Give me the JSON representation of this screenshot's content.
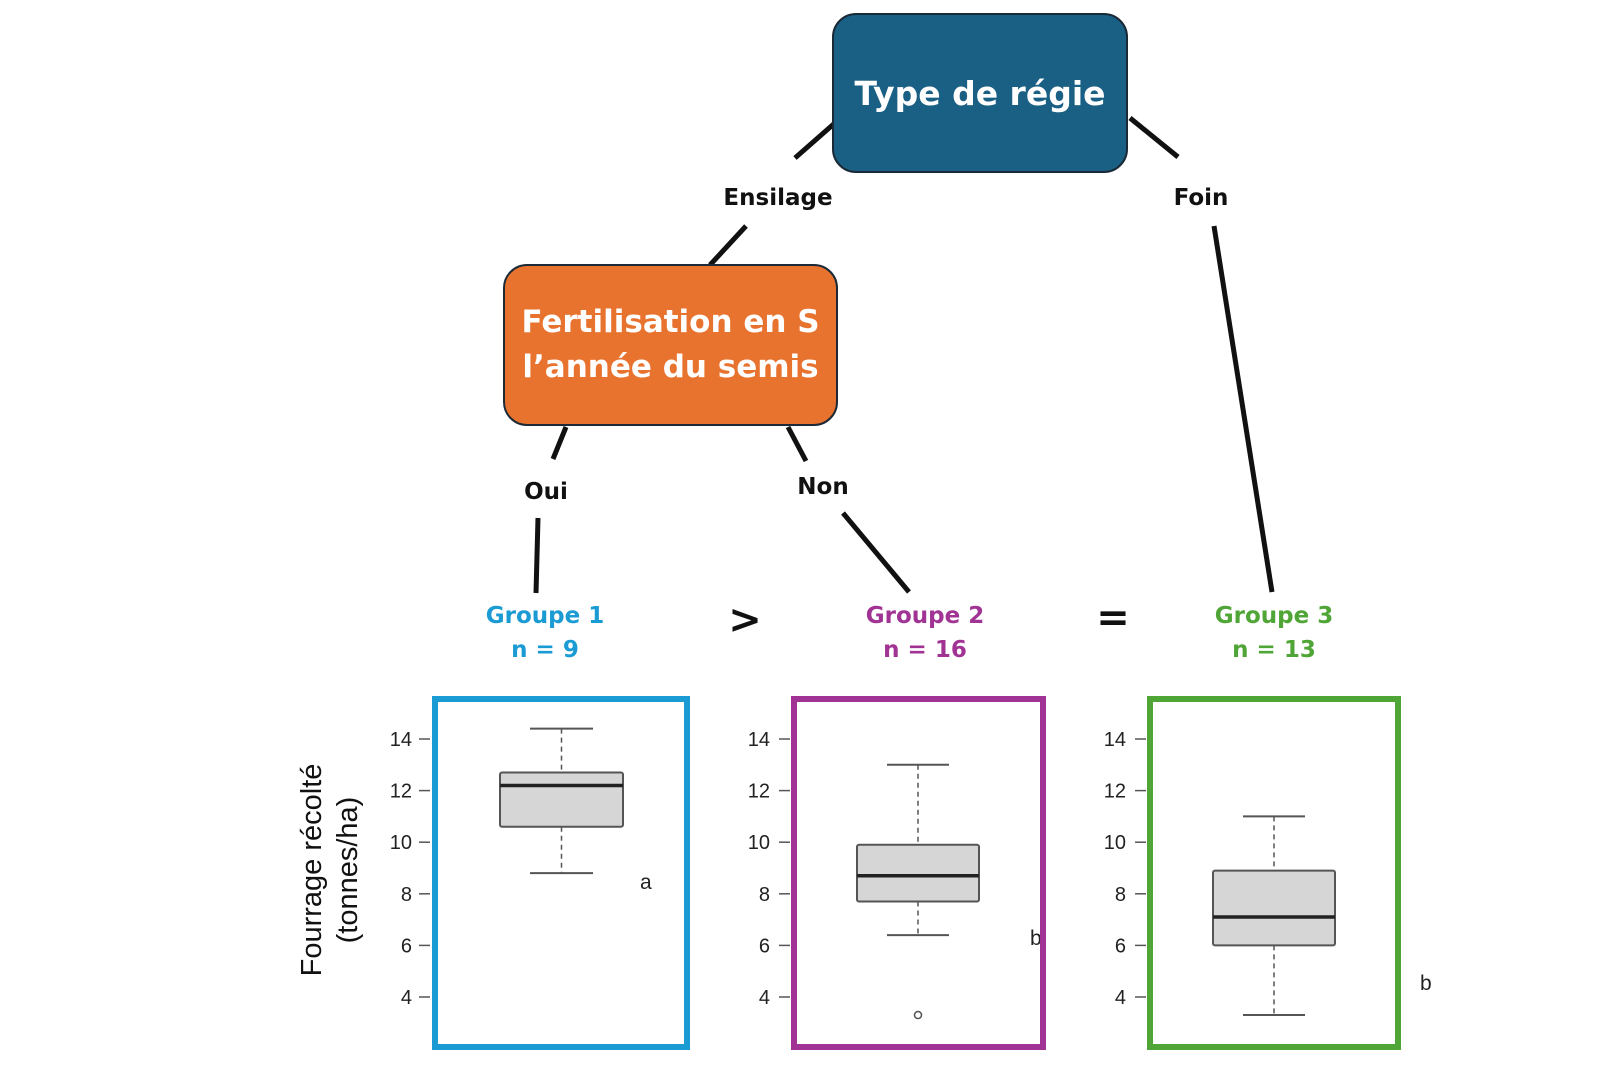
{
  "tree": {
    "root": {
      "label": "Type de régie",
      "color": "#1a5f84"
    },
    "branches_root": {
      "left": "Ensilage",
      "right": "Foin"
    },
    "node_fert": {
      "line1": "Fertilisation en S",
      "line2": "l’année du semis",
      "color": "#e8732f"
    },
    "branches_fert": {
      "left": "Oui",
      "right": "Non"
    }
  },
  "groups": [
    {
      "name": "Groupe 1",
      "n_label": "n = 9",
      "color": "#1a9bd3"
    },
    {
      "name": "Groupe 2",
      "n_label": "n = 16",
      "color": "#a03393"
    },
    {
      "name": "Groupe 3",
      "n_label": "n = 13",
      "color": "#4fa535"
    }
  ],
  "comparisons": [
    ">",
    "="
  ],
  "chart_data": {
    "type": "boxplot",
    "ylabel": "Fourrage récolté (tonnes/ha)",
    "ylabel_lines": [
      "Fourrage récolté",
      "(tonnes/ha)"
    ],
    "yticks": [
      4,
      6,
      8,
      10,
      12,
      14
    ],
    "ylim": [
      2.5,
      15.5
    ],
    "series": [
      {
        "name": "Groupe 1",
        "n": 9,
        "min": 8.8,
        "q1": 10.6,
        "median": 12.2,
        "q3": 12.7,
        "max": 14.4,
        "outliers": [],
        "letter": "a"
      },
      {
        "name": "Groupe 2",
        "n": 16,
        "min": 6.4,
        "q1": 7.7,
        "median": 8.7,
        "q3": 9.9,
        "max": 13.0,
        "outliers": [
          3.3
        ],
        "letter": "b"
      },
      {
        "name": "Groupe 3",
        "n": 13,
        "min": 3.3,
        "q1": 6.0,
        "median": 7.1,
        "q3": 8.9,
        "max": 11.0,
        "outliers": [],
        "letter": "b"
      }
    ]
  }
}
